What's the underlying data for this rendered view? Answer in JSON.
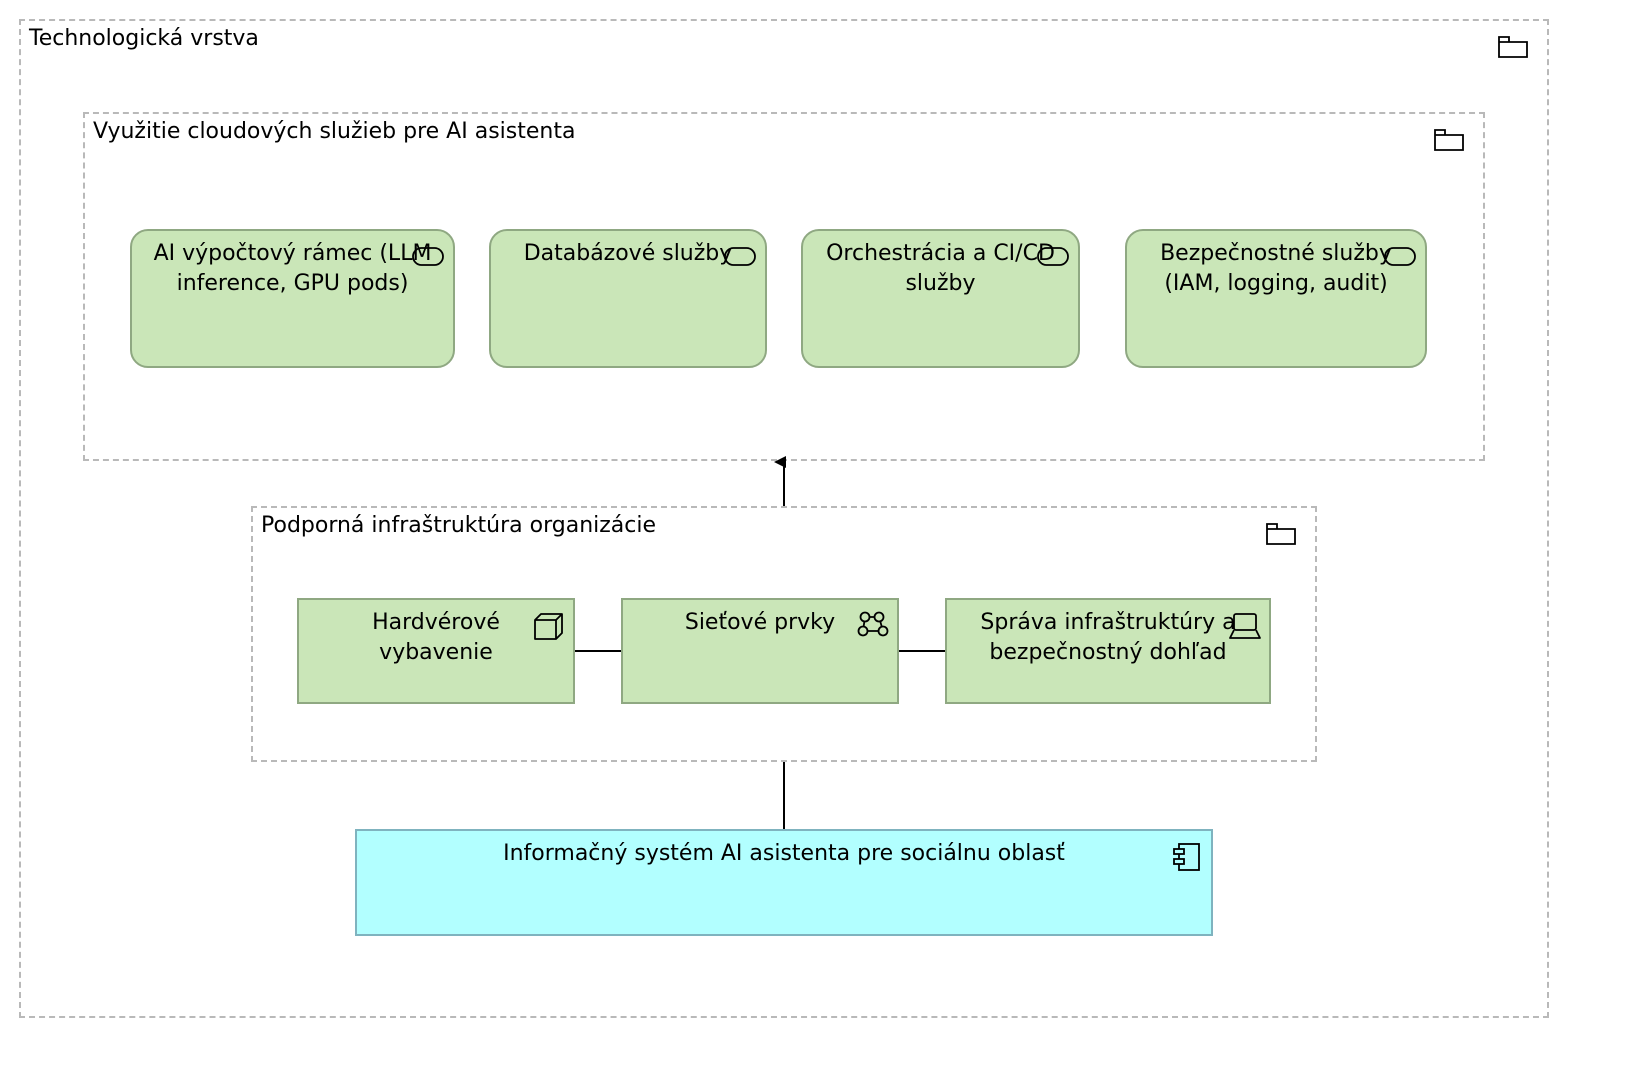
{
  "groups": {
    "technology_layer": {
      "title": "Technologická vrstva",
      "icon": "folder-icon"
    },
    "cloud_services": {
      "title": "Využitie cloudových služieb pre AI asistenta",
      "icon": "folder-icon"
    },
    "support_infrastructure": {
      "title": "Podporná infraštruktúra organizácie",
      "icon": "folder-icon"
    }
  },
  "nodes": {
    "ai_compute": {
      "label": "AI výpočtový rámec (LLM inference, GPU pods)",
      "icon": "technology-service-icon"
    },
    "database_services": {
      "label": "Databázové služby",
      "icon": "technology-service-icon"
    },
    "orchestration": {
      "label": "Orchestrácia a CI/CD služby",
      "icon": "technology-service-icon"
    },
    "security_services": {
      "label": "Bezpečnostné služby (IAM, logging, audit)",
      "icon": "technology-service-icon"
    },
    "hardware": {
      "label": "Hardvérové vybavenie",
      "icon": "node-cube-icon"
    },
    "network": {
      "label": "Sieťové prvky",
      "icon": "network-icon"
    },
    "infra_management": {
      "label": "Správa infraštruktúry a bezpečnostný dohľad",
      "icon": "device-icon"
    },
    "info_system": {
      "label": "Informačný systém AI asistenta pre sociálnu oblasť",
      "icon": "application-component-icon"
    }
  },
  "colors": {
    "technology_fill": "#cae6b8",
    "technology_border": "#8fa882",
    "application_fill": "#b2ffff",
    "group_border": "#b9b9b9"
  }
}
